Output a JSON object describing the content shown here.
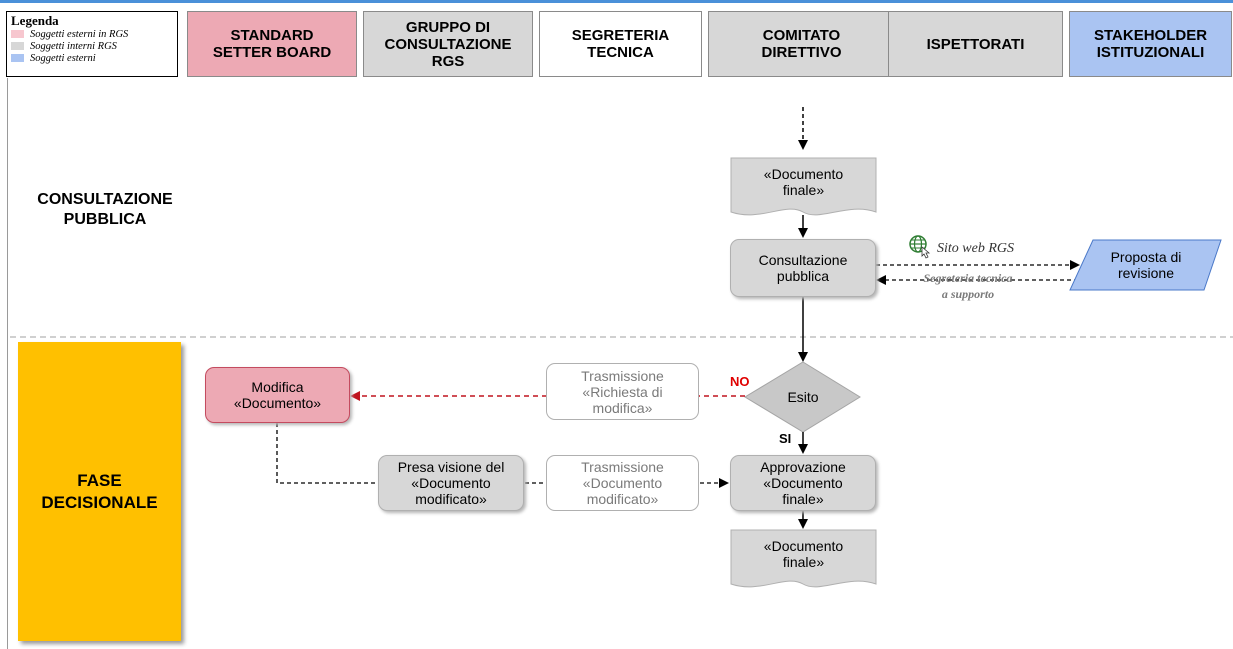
{
  "legend": {
    "title": "Legenda",
    "items": [
      {
        "label": "Soggetti esterni in RGS",
        "color": "#f7c7cf"
      },
      {
        "label": "Soggetti interni RGS",
        "color": "#d7d7d7"
      },
      {
        "label": "Soggetti esterni",
        "color": "#aac4f2"
      }
    ]
  },
  "lanes": [
    {
      "label": "STANDARD\nSETTER BOARD",
      "color": "#eda9b4"
    },
    {
      "label": "GRUPPO DI\nCONSULTAZIONE\nRGS",
      "color": "#d7d7d7"
    },
    {
      "label": "SEGRETERIA\nTECNICA",
      "color": "#ffffff"
    },
    {
      "label": "COMITATO\nDIRETTIVO",
      "color": "#d7d7d7"
    },
    {
      "label": "ISPETTORATI",
      "color": "#d7d7d7"
    },
    {
      "label": "STAKEHOLDER\nISTITUZIONALI",
      "color": "#aac4f2"
    }
  ],
  "phases": {
    "consultazione": "CONSULTAZIONE\nPUBBLICA",
    "decisionale": "FASE\nDECISIONALE"
  },
  "nodes": {
    "doc_finale_1": "«Documento\nfinale»",
    "consultazione": "Consultazione\npubblica",
    "proposta": "Proposta di\nrevisione",
    "esito": "Esito",
    "trasmissione_richiesta": "Trasmissione\n«Richiesta di\nmodifica»",
    "modifica": "Modifica\n«Documento»",
    "presa_visione": "Presa visione del\n«Documento\nmodificato»",
    "trasmissione_doc": "Trasmissione\n«Documento\nmodificato»",
    "approvazione": "Approvazione\n«Documento\nfinale»",
    "doc_finale_2": "«Documento\nfinale»"
  },
  "edge_labels": {
    "sito_web": "Sito web RGS",
    "segreteria": "Segreteria tecnica\na supporto",
    "no": "NO",
    "si": "SI"
  },
  "icons": {
    "globe": "globe-icon"
  },
  "colors": {
    "accent_yellow": "#ffc000",
    "no_red": "#e00000",
    "dashed_red": "#c0141e"
  }
}
